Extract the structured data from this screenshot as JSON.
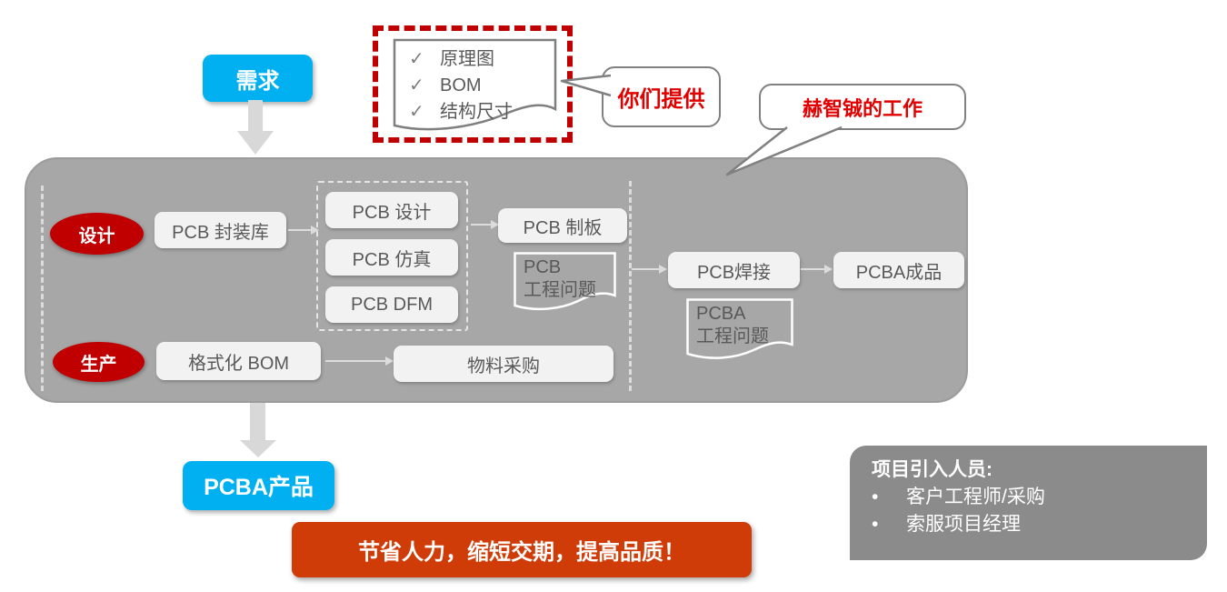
{
  "colors": {
    "accent_blue": "#00b0f0",
    "accent_red": "#c00000",
    "callout_text_red": "#e00000",
    "banner_orange": "#d03c08",
    "container_gray": "#a7a7a7",
    "panel_gray": "#8b8b8b",
    "node_gray": "#f2f2f2",
    "node_text_gray": "#595959"
  },
  "flow": {
    "demand": "需求",
    "checklist": {
      "check": "✓",
      "items": [
        "原理图",
        "BOM",
        "结构尺寸"
      ]
    },
    "callout_customer": "你们提供",
    "callout_company": "赫智铖的工作",
    "lanes": {
      "design": "设计",
      "production": "生产"
    },
    "nodes": {
      "pcb_library": "PCB 封装库",
      "pcb_design": "PCB 设计",
      "pcb_simulation": "PCB 仿真",
      "pcb_dfm": "PCB DFM",
      "pcb_fabrication": "PCB 制板",
      "pcb_soldering": "PCB焊接",
      "pcba_finished": "PCBA成品",
      "format_bom": "格式化 BOM",
      "material_purchasing": "物料采购",
      "pcba_product": "PCBA产品"
    },
    "documents": {
      "pcb_issue": {
        "line1": "PCB",
        "line2": "工程问题"
      },
      "pcba_issue": {
        "line1": "PCBA",
        "line2": "工程问题"
      }
    }
  },
  "banner": "节省人力，缩短交期，提高品质！",
  "panel": {
    "title": "项目引入人员:",
    "bullet": "•",
    "items": [
      "客户工程师/采购",
      "索服项目经理"
    ]
  }
}
